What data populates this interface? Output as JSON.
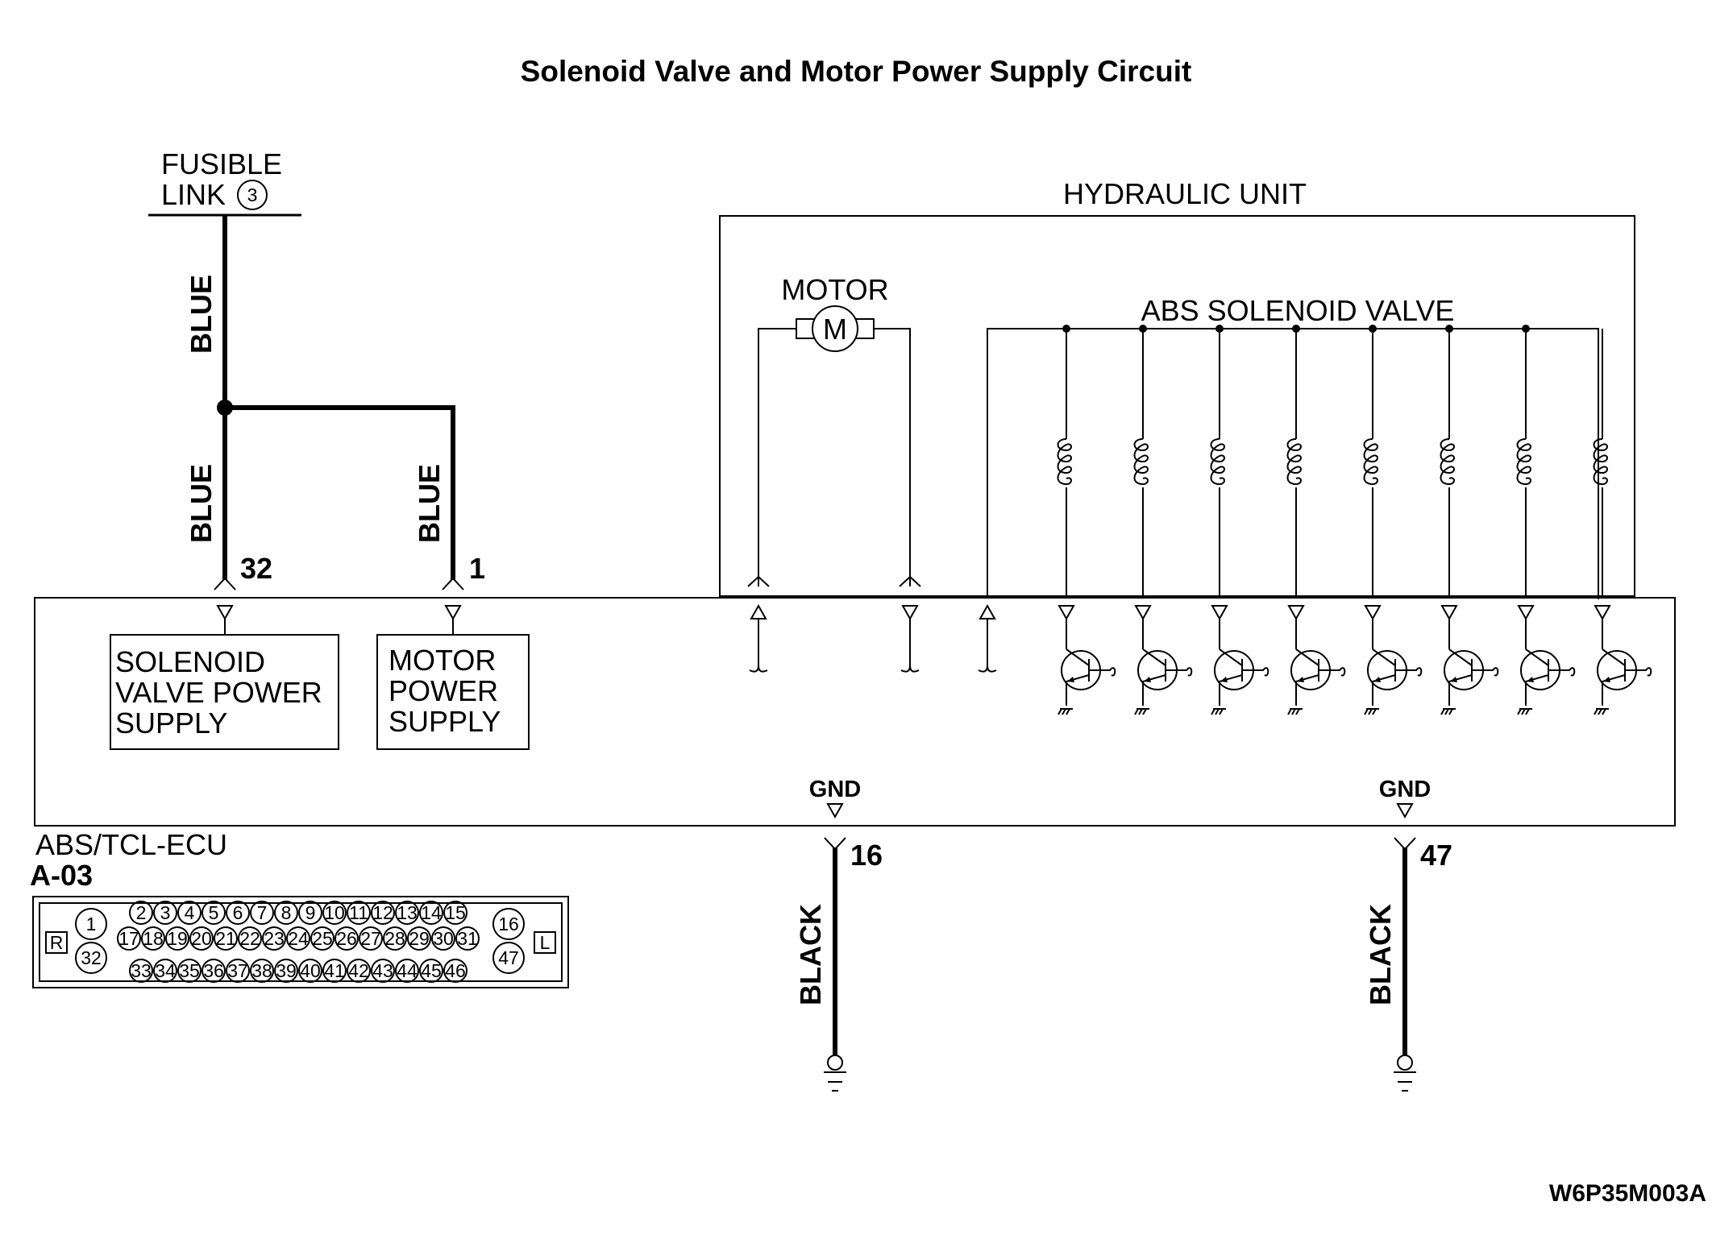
{
  "title": "Solenoid Valve and Motor Power Supply Circuit",
  "fusible_link": {
    "line1": "FUSIBLE",
    "line2": "LINK",
    "number": "3"
  },
  "wire_colors": {
    "blue": "BLUE",
    "black": "BLACK"
  },
  "hydraulic_unit": {
    "label": "HYDRAULIC UNIT",
    "motor_label": "MOTOR",
    "motor_symbol": "M",
    "solenoid_label": "ABS SOLENOID VALVE",
    "solenoid_count": 8
  },
  "ecu": {
    "name": "ABS/TCL-ECU",
    "connector_id": "A-03",
    "pins": {
      "solenoid_supply": "32",
      "motor_supply": "1",
      "gnd_a": "16",
      "gnd_b": "47"
    },
    "gnd_label": "GND",
    "blocks": {
      "solenoid_power": [
        "SOLENOID",
        "VALVE POWER",
        "SUPPLY"
      ],
      "motor_power": [
        "MOTOR",
        "POWER",
        "SUPPLY"
      ]
    }
  },
  "connector_face": {
    "left_tag": "R",
    "right_tag": "L",
    "left_pins": [
      "1",
      "32"
    ],
    "right_pins": [
      "16",
      "47"
    ],
    "row1": [
      "2",
      "3",
      "4",
      "5",
      "6",
      "7",
      "8",
      "9",
      "10",
      "11",
      "12",
      "13",
      "14",
      "15"
    ],
    "row2": [
      "17",
      "18",
      "19",
      "20",
      "21",
      "22",
      "23",
      "24",
      "25",
      "26",
      "27",
      "28",
      "29",
      "30",
      "31"
    ],
    "row3": [
      "33",
      "34",
      "35",
      "36",
      "37",
      "38",
      "39",
      "40",
      "41",
      "42",
      "43",
      "44",
      "45",
      "46"
    ]
  },
  "figure_code": "W6P35M003A"
}
